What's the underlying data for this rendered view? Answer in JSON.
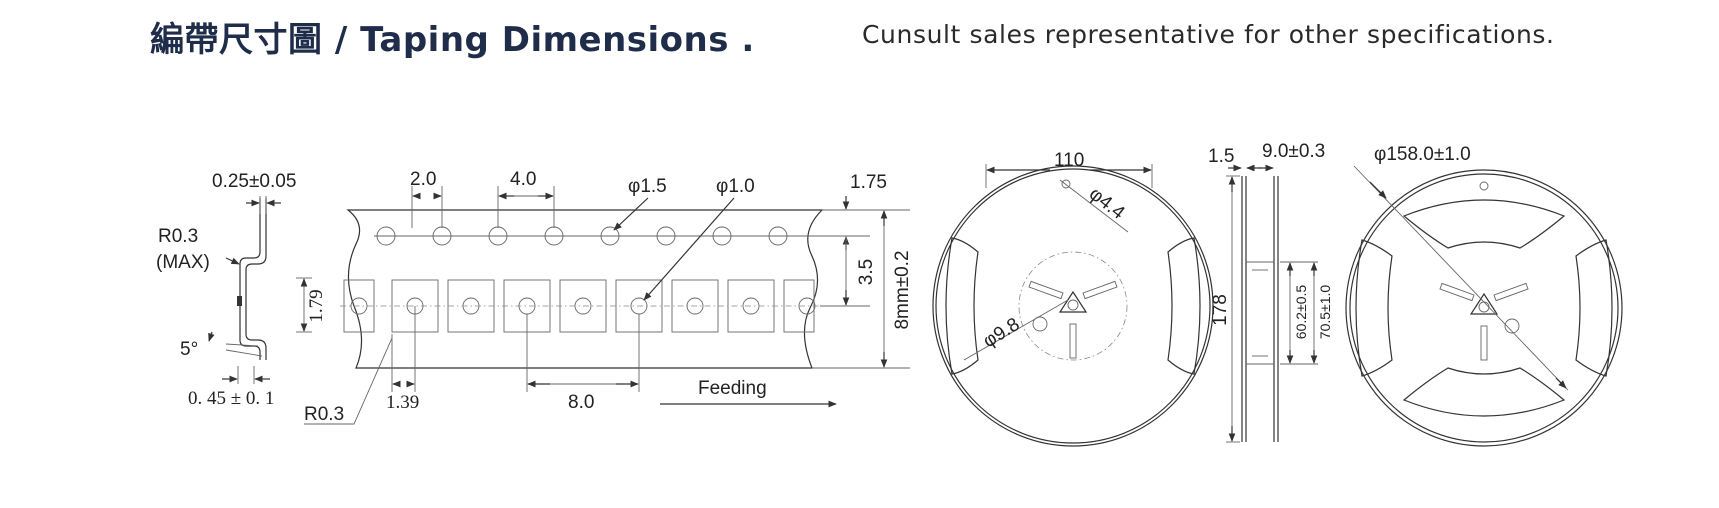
{
  "header": {
    "title": "編帶尺寸圖 / Taping Dimensions .",
    "note": "Cunsult sales representative for other specifications."
  },
  "terminal_profile": {
    "thickness": "0.25±0.05",
    "bend_radius": "R0.3",
    "bend_radius_max": "(MAX)",
    "height": "1.79",
    "angle": "5°",
    "foot_width": "0. 45 ± 0. 1"
  },
  "carrier_tape": {
    "hole_to_pocket": "2.0",
    "hole_pitch": "4.0",
    "hole_diameter": "φ1.5",
    "pocket_hole_diameter": "φ1.0",
    "edge_to_hole": "1.75",
    "hole_to_pocket_center": "3.5",
    "tape_width": "8mm±0.2",
    "corner_radius": "R0.3",
    "pocket_width": "1.39",
    "pocket_pitch": "8.0",
    "direction": "Feeding"
  },
  "reel_front": {
    "width": "110",
    "hole_small": "φ4.4",
    "hub_hole": "φ9.8"
  },
  "reel_side": {
    "flange": "1.5",
    "inner_width": "9.0±0.3",
    "height": "178",
    "hub_inner": "60.2±0.5",
    "hub_outer": "70.5±1.0"
  },
  "reel_back": {
    "diameter": "φ158.0±1.0"
  }
}
